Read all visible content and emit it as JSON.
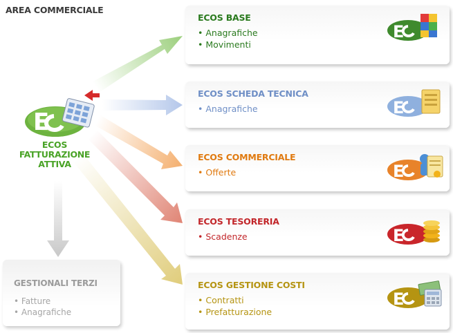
{
  "header": {
    "area_title": "AREA COMMERCIALE"
  },
  "center": {
    "title_lines": [
      "ECOS",
      "FATTURAZIONE",
      "ATTIVA"
    ]
  },
  "modules": [
    {
      "title": "ECOS BASE",
      "items": [
        "Anagrafiche",
        "Movimenti"
      ],
      "color": "#2a7a1e"
    },
    {
      "title": "ECOS SCHEDA TECNICA",
      "items": [
        "Anagrafiche"
      ],
      "color": "#6f8fc6"
    },
    {
      "title": "ECOS COMMERCIALE",
      "items": [
        "Offerte"
      ],
      "color": "#e07a10"
    },
    {
      "title": "ECOS TESORERIA",
      "items": [
        "Scadenze"
      ],
      "color": "#c2262a"
    },
    {
      "title": "ECOS GESTIONE COSTI",
      "items": [
        "Contratti",
        "Prefatturazione"
      ],
      "color": "#b59412"
    }
  ],
  "external": {
    "title": "GESTIONALI TERZI",
    "items": [
      "Fatture",
      "Anagrafiche"
    ]
  },
  "arrow_colors": {
    "base": "#9ccf7d",
    "scheda": "#b4c7ea",
    "commerciale": "#f4b070",
    "tesoreria": "#e08575",
    "costi": "#e0cd7c",
    "terzi": "#c8c8c8"
  }
}
